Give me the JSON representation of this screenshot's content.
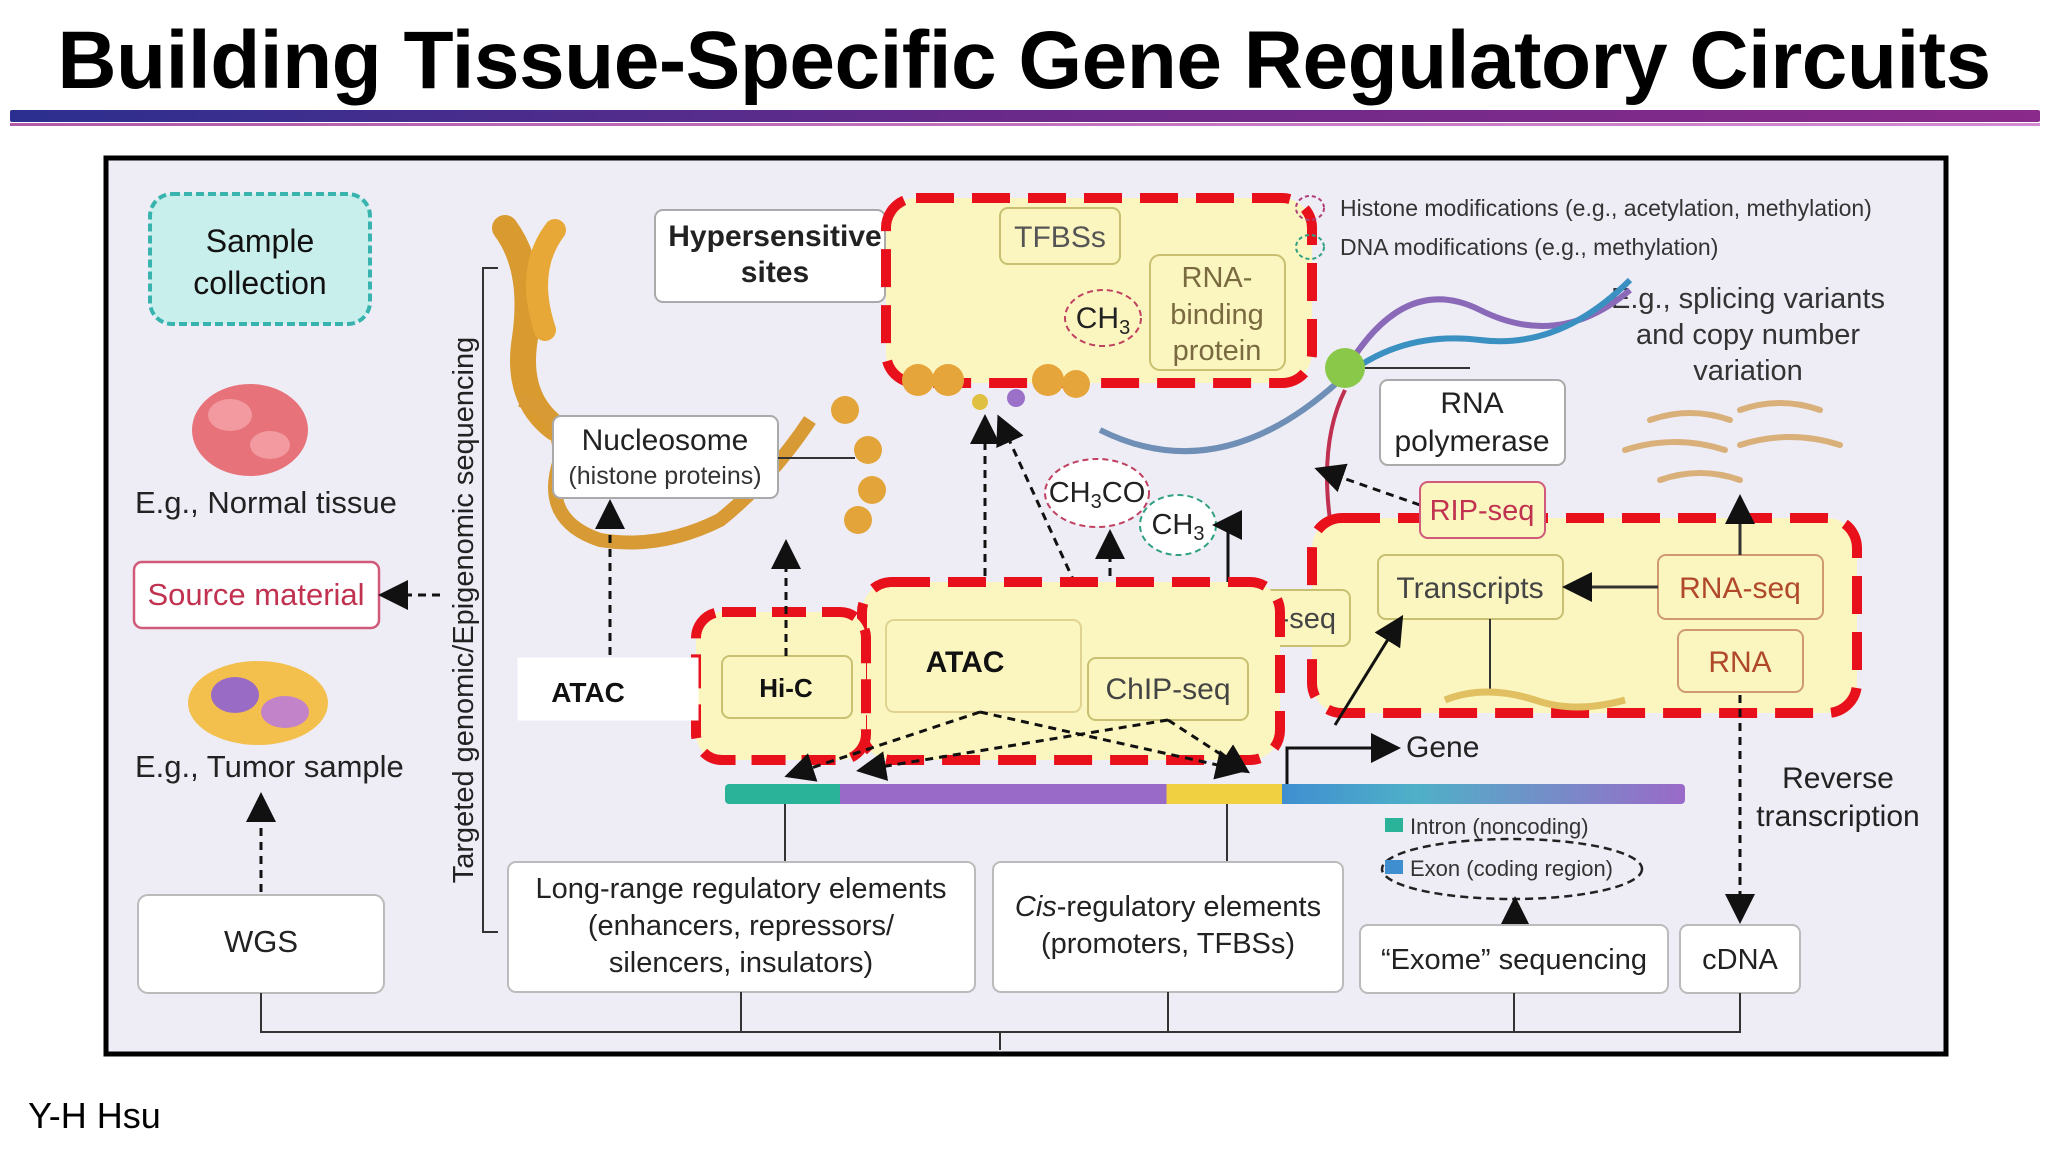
{
  "slide": {
    "title": "Building Tissue-Specific Gene Regulatory Circuits",
    "author": "Y-H Hsu"
  },
  "figure": {
    "sample_collection": "Sample collection",
    "normal_tissue": "E.g., Normal tissue",
    "source_material": "Source material",
    "tumor_sample": "E.g., Tumor sample",
    "wgs": "WGS",
    "vertical_label": "Targeted genomic/Epigenomic sequencing",
    "hypersensitive_sites": "Hypersensitive sites",
    "nucleosome": "Nucleosome",
    "histone_proteins": "(histone proteins)",
    "tfbss": "TFBSs",
    "ch3": "CH3",
    "ch3co": "CH3CO",
    "rna_binding_protein": "RNA-binding protein",
    "legend_histone": "Histone modifications (e.g., acetylation, methylation)",
    "legend_dna": "DNA modifications (e.g., methylation)",
    "splicing_note": "E.g., splicing variants and copy number variation",
    "rna_polymerase": "RNA polymerase",
    "rip_seq": "RIP-seq",
    "transcripts": "Transcripts",
    "rna_seq": "RNA-seq",
    "rna": "RNA",
    "bisulfite_seq": "Bisulfite-seq",
    "atac_left": "ATAC",
    "hic": "Hi-C",
    "atac_mid": "ATAC",
    "chip_seq": "ChIP-seq",
    "gene": "Gene",
    "reverse_transcription": "Reverse transcription",
    "intron": "Intron (noncoding)",
    "exon": "Exon (coding region)",
    "long_range": "Long-range regulatory elements (enhancers, repressors/ silencers, insulators)",
    "cis_regulatory": "Cis-regulatory elements (promoters, TFBSs)",
    "exome": "“Exome” sequencing",
    "cdna": "cDNA"
  },
  "colors": {
    "highlight_border": "#e8101a",
    "highlight_fill": "#fbf6c0",
    "title_rule": "#3a2f90"
  }
}
